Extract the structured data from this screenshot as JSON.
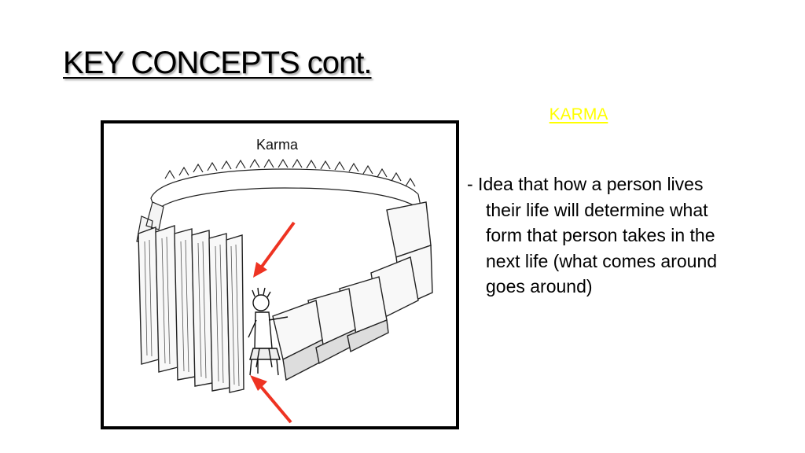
{
  "slide": {
    "title": "KEY CONCEPTS cont.",
    "figure": {
      "caption": "Karma",
      "arrow_color": "#ee3322"
    },
    "heading": "KARMA",
    "heading_color": "#ffff00",
    "bullet": "- Idea that how a person lives their life will determine what form that person takes in the next life (what comes around goes around)"
  }
}
